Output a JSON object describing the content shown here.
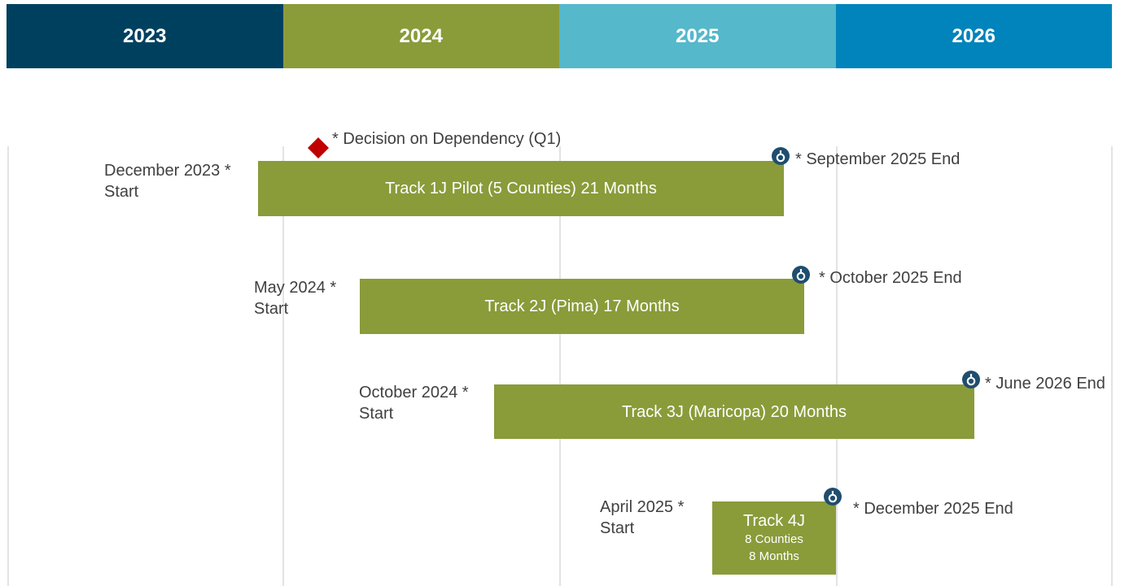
{
  "years": [
    {
      "label": "2023",
      "color": "#00405f"
    },
    {
      "label": "2024",
      "color": "#8a9b3a"
    },
    {
      "label": "2025",
      "color": "#55b8cb"
    },
    {
      "label": "2026",
      "color": "#0084bb"
    }
  ],
  "milestone": {
    "label": "* Decision on Dependency (Q1)",
    "icon": "diamond-icon",
    "color": "#c00000"
  },
  "tracks": [
    {
      "name": "Track 1J Pilot (5 Counties) 21 Months",
      "start_line1": "December 2023 *",
      "start_line2": "Start",
      "end": "* September 2025 End"
    },
    {
      "name": "Track 2J (Pima) 17 Months",
      "start_line1": "May 2024 *",
      "start_line2": "Start",
      "end": "* October 2025 End"
    },
    {
      "name": "Track 3J (Maricopa) 20 Months",
      "start_line1": "October 2024 *",
      "start_line2": "Start",
      "end": "* June 2026 End"
    },
    {
      "name": "Track 4J",
      "sub1": "8 Counties",
      "sub2": "8 Months",
      "start_line1": "April 2025 *",
      "start_line2": "Start",
      "end": "* December 2025 End"
    }
  ],
  "colors": {
    "bar": "#8a9b3a",
    "end_marker": "#1f4e6e",
    "gridline": "#e3e3e3"
  }
}
